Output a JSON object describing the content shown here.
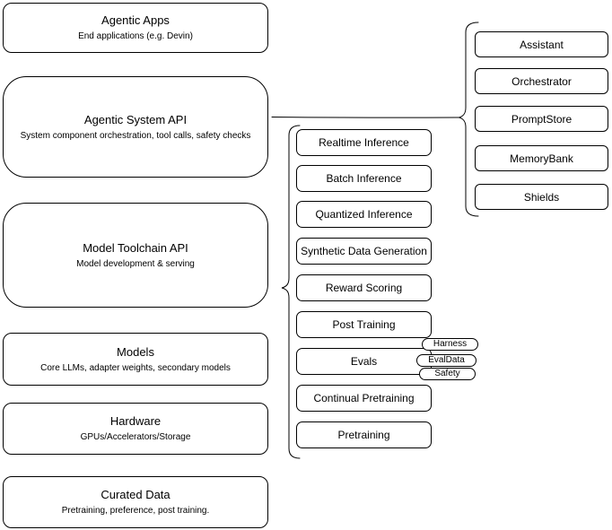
{
  "diagram": {
    "stack": [
      {
        "title": "Agentic Apps",
        "subtitle": "End applications (e.g. Devin)"
      },
      {
        "title": "Agentic System API",
        "subtitle": "System component orchestration, tool calls, safety checks"
      },
      {
        "title": "Model Toolchain API",
        "subtitle": "Model development & serving"
      },
      {
        "title": "Models",
        "subtitle": "Core LLMs, adapter weights, secondary models"
      },
      {
        "title": "Hardware",
        "subtitle": "GPUs/Accelerators/Storage"
      },
      {
        "title": "Curated Data",
        "subtitle": "Pretraining, preference, post training."
      }
    ],
    "toolchain_items": [
      "Realtime Inference",
      "Batch Inference",
      "Quantized Inference",
      "Synthetic Data Generation",
      "Reward Scoring",
      "Post Training",
      "Evals",
      "Continual Pretraining",
      "Pretraining"
    ],
    "eval_tags": [
      "Harness",
      "EvalData",
      "Safety"
    ],
    "system_components": [
      "Assistant",
      "Orchestrator",
      "PromptStore",
      "MemoryBank",
      "Shields"
    ],
    "colors": {
      "stroke": "#000000",
      "fill": "#ffffff",
      "text": "#000000"
    }
  }
}
